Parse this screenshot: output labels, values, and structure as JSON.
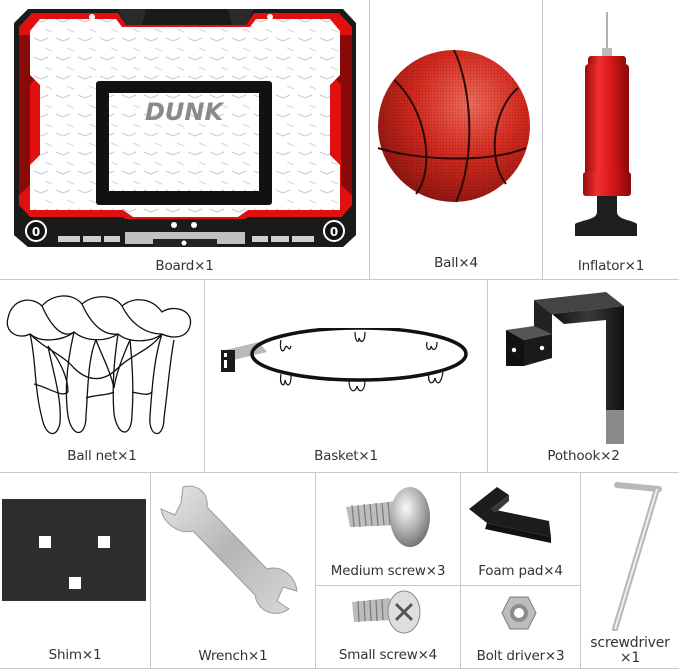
{
  "items": {
    "board": {
      "name": "Board",
      "qty_text": "Board×1",
      "logo_text": "DUNK"
    },
    "ball": {
      "name": "Ball",
      "qty_text": "Ball×4"
    },
    "inflator": {
      "name": "Inflator",
      "qty_text": "Inflator×1"
    },
    "ball_net": {
      "name": "Ball net",
      "qty_text": "Ball net×1"
    },
    "basket": {
      "name": "Basket",
      "qty_text": "Basket×1"
    },
    "pothook": {
      "name": "Pothook",
      "qty_text": "Pothook×2"
    },
    "shim": {
      "name": "Shim",
      "qty_text": "Shim×1"
    },
    "wrench": {
      "name": "Wrench",
      "qty_text": "Wrench×1"
    },
    "medium_screw": {
      "name": "Medium screw",
      "qty_text": "Medium screw×3"
    },
    "foam_pad": {
      "name": "Foam pad",
      "qty_text": "Foam pad×4"
    },
    "small_screw": {
      "name": "Small screw",
      "qty_text": "Small screw×4"
    },
    "bolt_driver": {
      "name": "Bolt driver",
      "qty_text": "Bolt driver×3"
    },
    "screwdriver": {
      "name": "screwdriver",
      "qty_line1": "screwdriver",
      "qty_line2": "×1"
    }
  },
  "colors": {
    "accent_red": "#e01010",
    "dark_red": "#8a0a0a",
    "black": "#1a1a1a",
    "grid_line": "#c8c8c8",
    "label_text": "#333333"
  }
}
